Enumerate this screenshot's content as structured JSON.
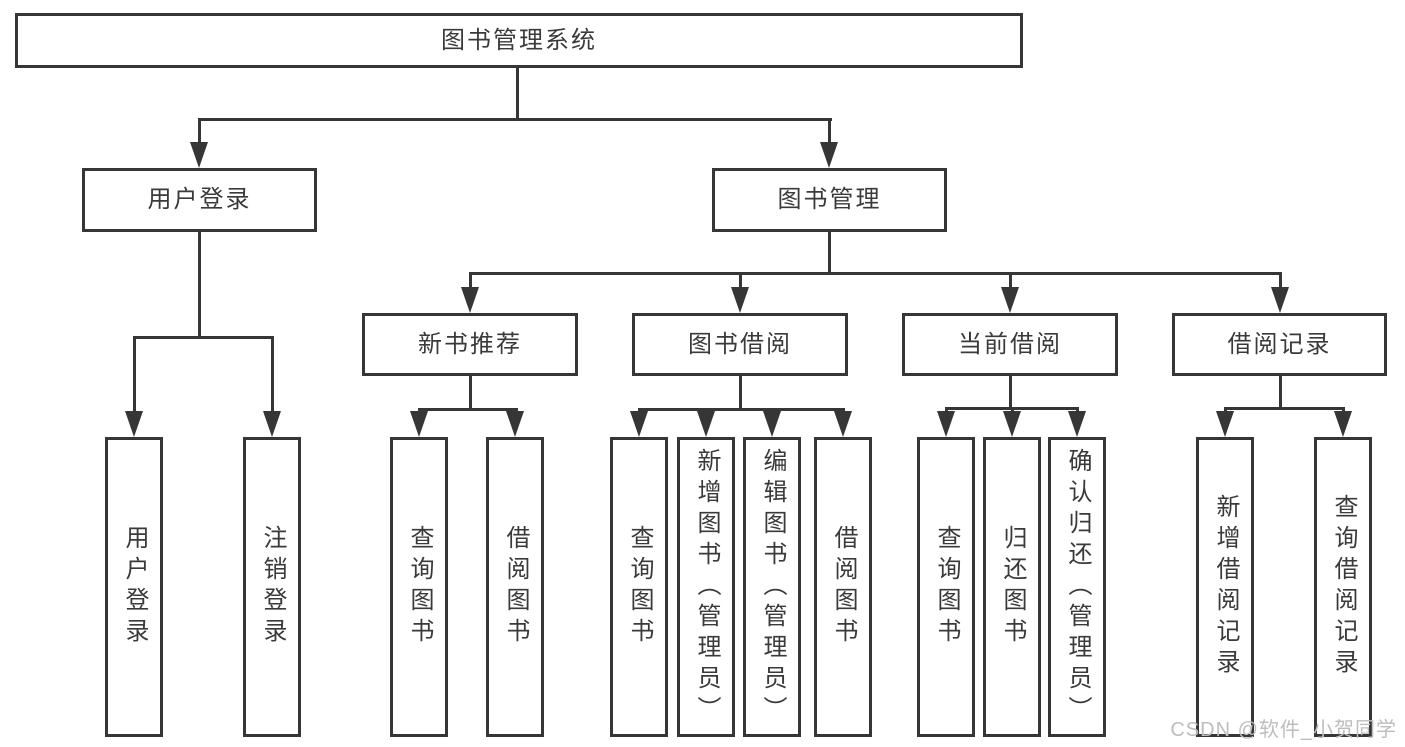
{
  "tree": {
    "root": "图书管理系统",
    "branches": [
      {
        "label": "用户登录",
        "children": [
          "用户登录",
          "注销登录"
        ]
      },
      {
        "label": "图书管理",
        "children": [
          {
            "label": "新书推荐",
            "children": [
              "查询图书",
              "借阅图书"
            ]
          },
          {
            "label": "图书借阅",
            "children": [
              "查询图书",
              "新增图书（管理员）",
              "编辑图书（管理员）",
              "借阅图书"
            ]
          },
          {
            "label": "当前借阅",
            "children": [
              "查询图书",
              "归还图书",
              "确认归还（管理员）"
            ]
          },
          {
            "label": "借阅记录",
            "children": [
              "新增借阅记录",
              "查询借阅记录"
            ]
          }
        ]
      }
    ]
  },
  "colors": {
    "line": "#363636",
    "text": "#3a3a3a",
    "watermark": "#bdbdbd",
    "background": "#ffffff"
  },
  "watermark": {
    "text": "CSDN @软件_小贺同学"
  }
}
